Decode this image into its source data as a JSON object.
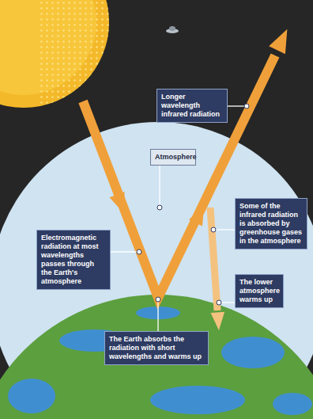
{
  "diagram": {
    "nodes": [
      {
        "text": [
          "Longer wavelength infrared radiation"
        ]
      },
      {
        "text": [
          "Atmosphere"
        ]
      },
      {
        "text": [
          "Some of the infrared radiation is absorbed by greenhouse gases in the atmosphere"
        ]
      },
      {
        "text": [
          "Electromagnetic radiation at most wavelengths passes through the Earth's atmosphere"
        ]
      },
      {
        "text": [
          "The lower atmosphere warms up"
        ]
      },
      {
        "text": [
          "The Earth absorbs the radiation with short wavelengths and warms up"
        ]
      }
    ]
  }
}
